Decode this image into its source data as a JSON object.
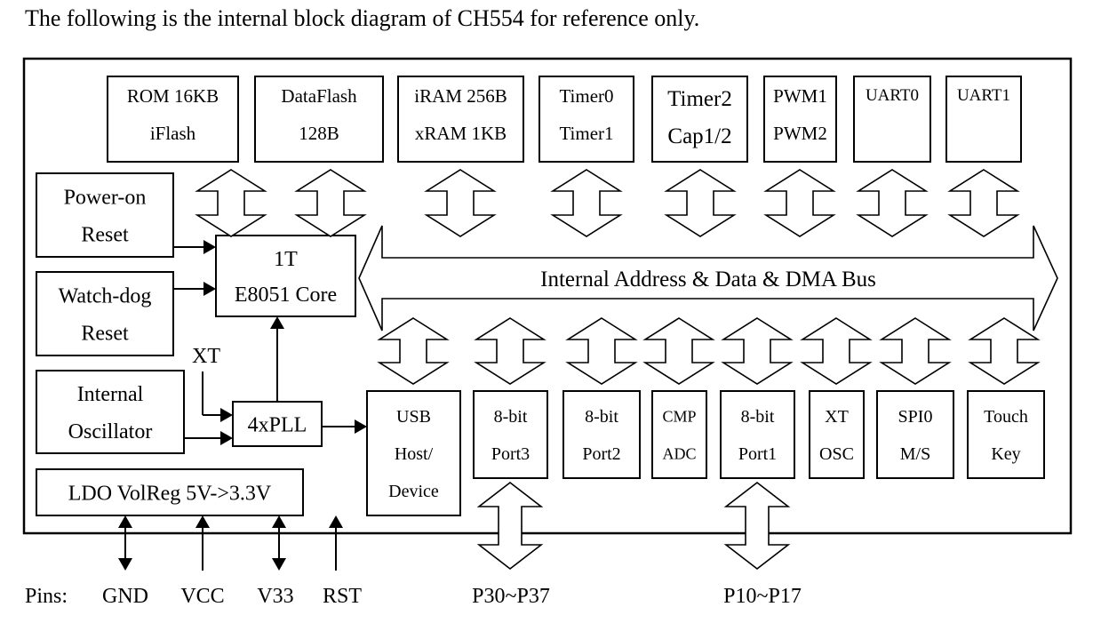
{
  "caption": "The following is the internal block diagram of CH554 for reference only.",
  "blocks": {
    "rom": [
      "ROM 16KB",
      "iFlash"
    ],
    "dataflash": [
      "DataFlash",
      "128B"
    ],
    "ram": [
      "iRAM 256B",
      "xRAM 1KB"
    ],
    "timer01": [
      "Timer0",
      "Timer1"
    ],
    "timer2": [
      "Timer2",
      "Cap1/2"
    ],
    "pwm": [
      "PWM1",
      "PWM2"
    ],
    "uart0": [
      "UART0"
    ],
    "uart1": [
      "UART1"
    ],
    "poweron": [
      "Power-on",
      "Reset"
    ],
    "watchdog": [
      "Watch-dog",
      "Reset"
    ],
    "core": [
      "1T",
      "E8051 Core"
    ],
    "osc": [
      "Internal",
      "Oscillator"
    ],
    "pll": [
      "4xPLL"
    ],
    "ldo": [
      "LDO VolReg 5V->3.3V"
    ],
    "usb": [
      "USB",
      "Host/",
      "Device"
    ],
    "port3": [
      "8-bit",
      "Port3"
    ],
    "port2": [
      "8-bit",
      "Port2"
    ],
    "cmp": [
      "CMP",
      "ADC"
    ],
    "port1": [
      "8-bit",
      "Port1"
    ],
    "xtosc": [
      "XT",
      "OSC"
    ],
    "spi": [
      "SPI0",
      "M/S"
    ],
    "touch": [
      "Touch",
      "Key"
    ]
  },
  "bus_label": "Internal Address & Data & DMA Bus",
  "xt_label": "XT",
  "pins": {
    "label": "Pins:",
    "gnd": "GND",
    "vcc": "VCC",
    "v33": "V33",
    "rst": "RST",
    "p3": "P30~P37",
    "p1": "P10~P17"
  }
}
